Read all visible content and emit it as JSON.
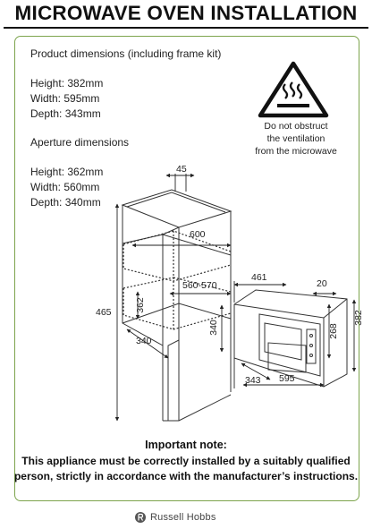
{
  "title": "MICROWAVE OVEN INSTALLATION",
  "product": {
    "heading": "Product dimensions (including frame kit)",
    "height": "Height: 382mm",
    "width": "Width:  595mm",
    "depth": "Depth: 343mm"
  },
  "aperture": {
    "heading": "Aperture dimensions",
    "height": "Height: 362mm",
    "width": "Width: 560mm",
    "depth": "Depth: 340mm"
  },
  "warning": {
    "icon": "hot-surface-warning-icon",
    "line1": "Do not obstruct",
    "line2": "the ventilation",
    "line3": "from the microwave"
  },
  "dims": {
    "d45": "45",
    "d600": "600",
    "d560_570": "560-570",
    "d362": "362",
    "d465": "465",
    "d340_depth": "340",
    "d340_height": "340",
    "d461": "461",
    "d20": "20",
    "d268": "268",
    "d382": "382",
    "d343": "343",
    "d595": "595"
  },
  "note": {
    "title": "Important note:",
    "line1": "This appliance must be correctly installed by a suitably qualified",
    "line2": "person, strictly in accordance with the manufacturer’s instructions."
  },
  "brand": {
    "name": "Russell Hobbs",
    "icon": "russell-hobbs-logo-icon"
  },
  "colors": {
    "frame": "#7da44d",
    "text": "#222222"
  }
}
